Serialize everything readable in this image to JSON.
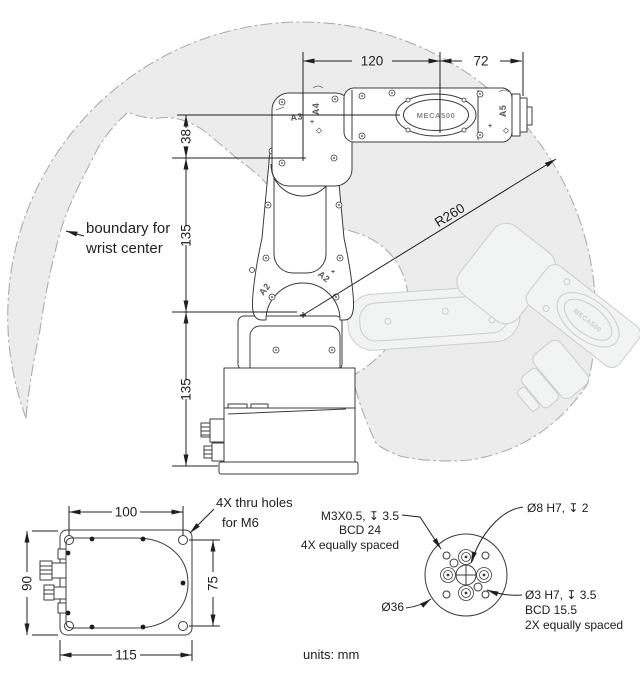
{
  "side_view": {
    "dims": {
      "d120": "120",
      "d72": "72",
      "d38": "38",
      "d135_upper": "135",
      "d135_lower": "135",
      "radius": "R260"
    },
    "boundary_note": {
      "line1": "boundary for",
      "line2": "wrist center"
    },
    "axis_labels": {
      "a2_left": "A2",
      "a2_right": "A2",
      "a3": "A3",
      "a4": "A4",
      "a5": "A5"
    },
    "logo": "MECA500",
    "ghost_logo": "MECA500",
    "plus_mark": "+"
  },
  "base_view": {
    "dims": {
      "d100": "100",
      "d90": "90",
      "d75": "75",
      "d115": "115"
    },
    "holes_note": {
      "line1": "4X thru holes",
      "line2": "for M6"
    }
  },
  "flange_view": {
    "m3_note": {
      "line1": "M3X0.5, ↧ 3.5",
      "line2": "BCD 24",
      "line3": "4X equally spaced"
    },
    "center_hole_note": "Ø8 H7, ↧ 2",
    "dowel_note": {
      "line1": "Ø3 H7, ↧ 3.5",
      "line2": "BCD 15.5",
      "line3": "2X equally spaced"
    },
    "diameter_note": "Ø36"
  },
  "footer": {
    "units_note": "units: mm"
  },
  "colors": {
    "envelope_fill": "#ececec",
    "boundary_line": "#a9aeb1",
    "drawing_line": "#3b3b3b",
    "dim_line": "#1f1f1f",
    "ghost_line": "#c9ced1"
  }
}
